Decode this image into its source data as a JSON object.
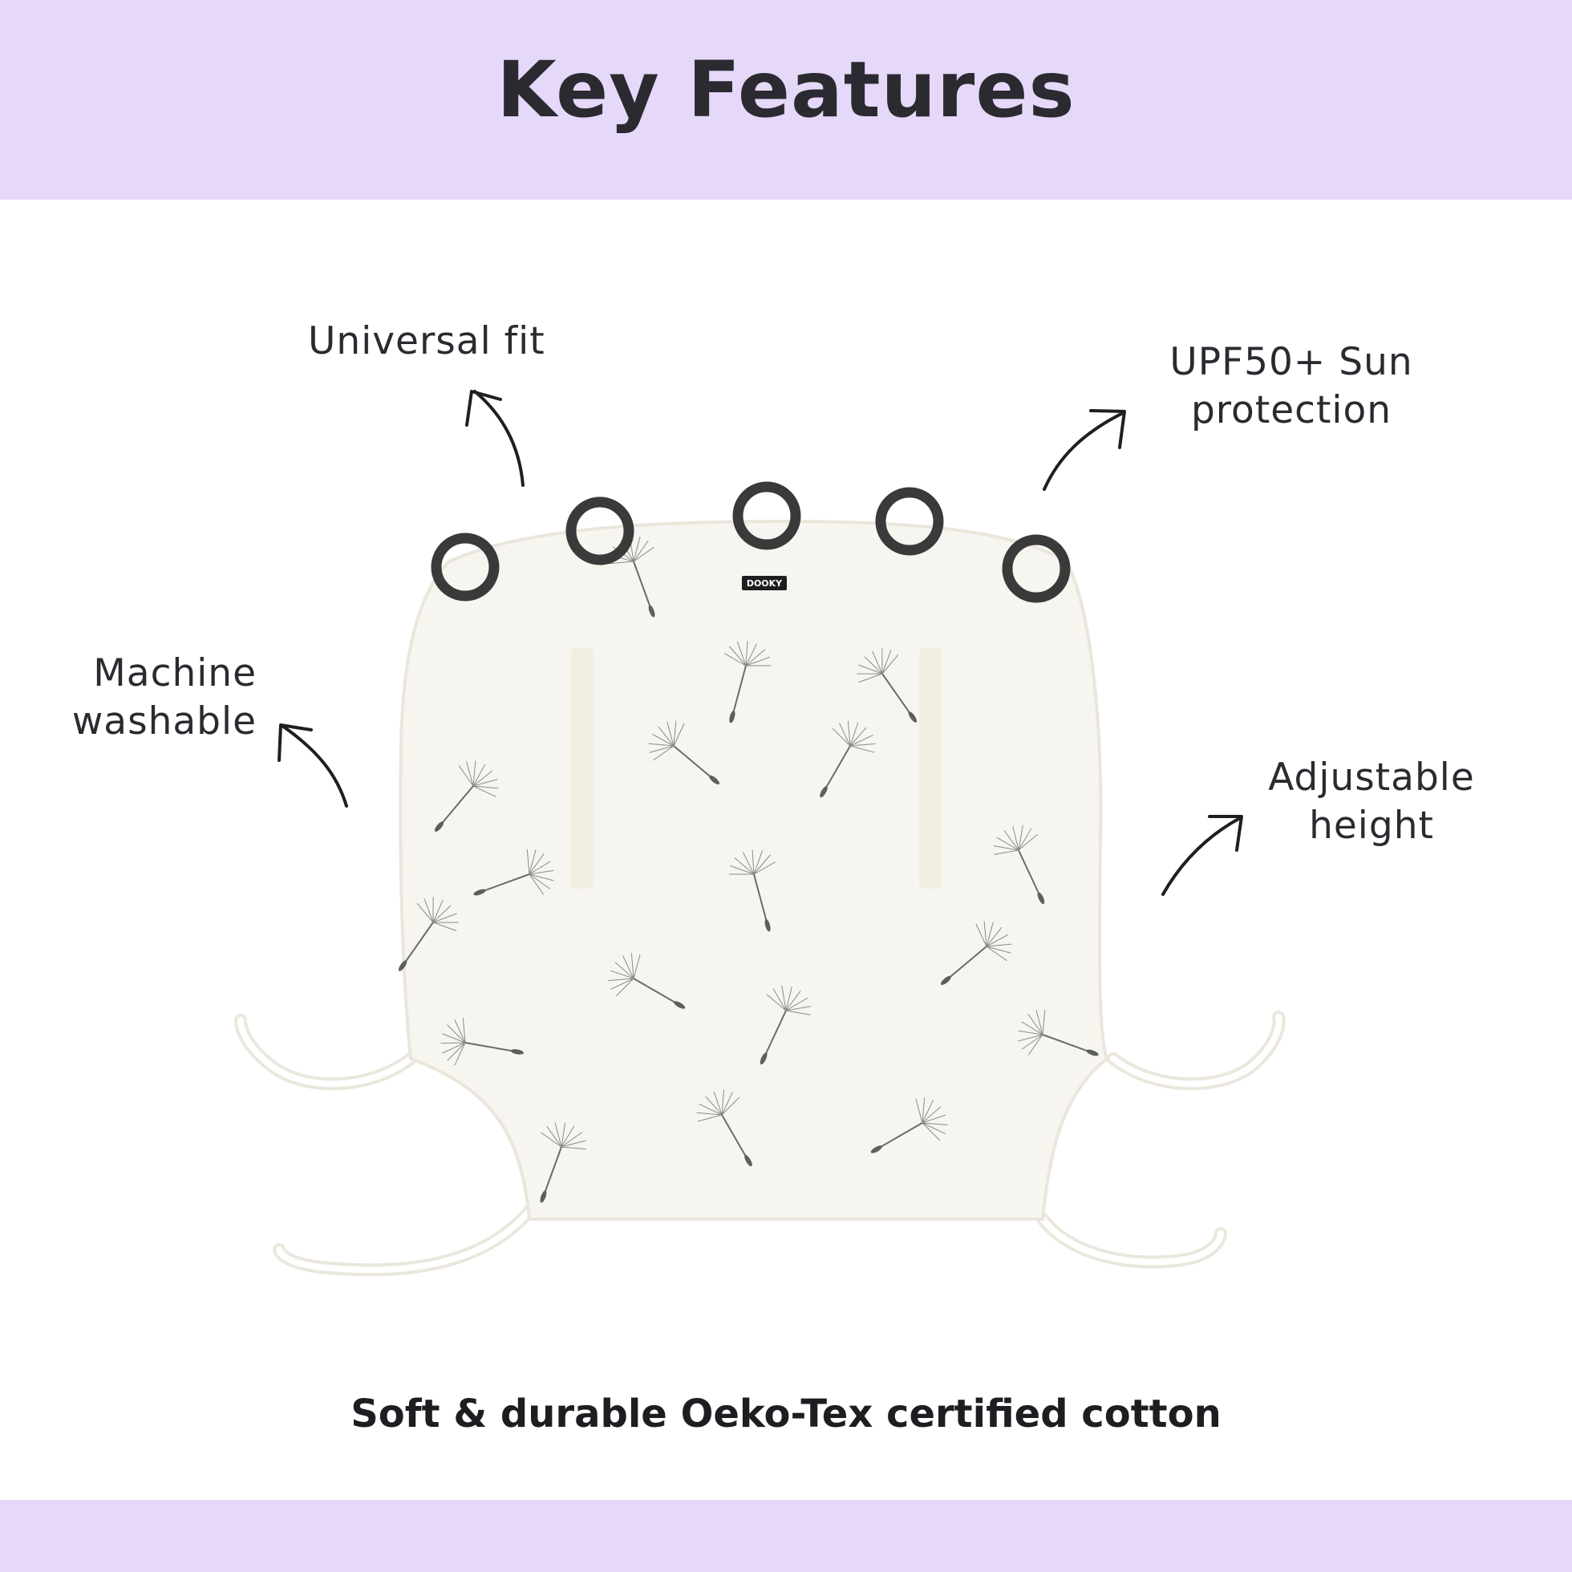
{
  "header": {
    "title": "Key Features"
  },
  "features": {
    "universal_fit": {
      "line1": "Universal fit"
    },
    "upf": {
      "line1": "UPF50+ Sun",
      "line2": "protection"
    },
    "machine_washable": {
      "line1": "Machine",
      "line2": "washable"
    },
    "adjustable_height": {
      "line1": "Adjustable",
      "line2": "height"
    }
  },
  "product": {
    "brand_tag": "DOOKY"
  },
  "footer": {
    "text": "Soft & durable Oeko-Tex certified cotton"
  },
  "colors": {
    "band": "#e6d8f9",
    "fabric": "#f7f5f0",
    "ring": "#3a3a3a",
    "text": "#2b2a30"
  },
  "icons": [
    "curved-arrow-icon",
    "dandelion-seed-icon",
    "ring-clip-icon"
  ]
}
